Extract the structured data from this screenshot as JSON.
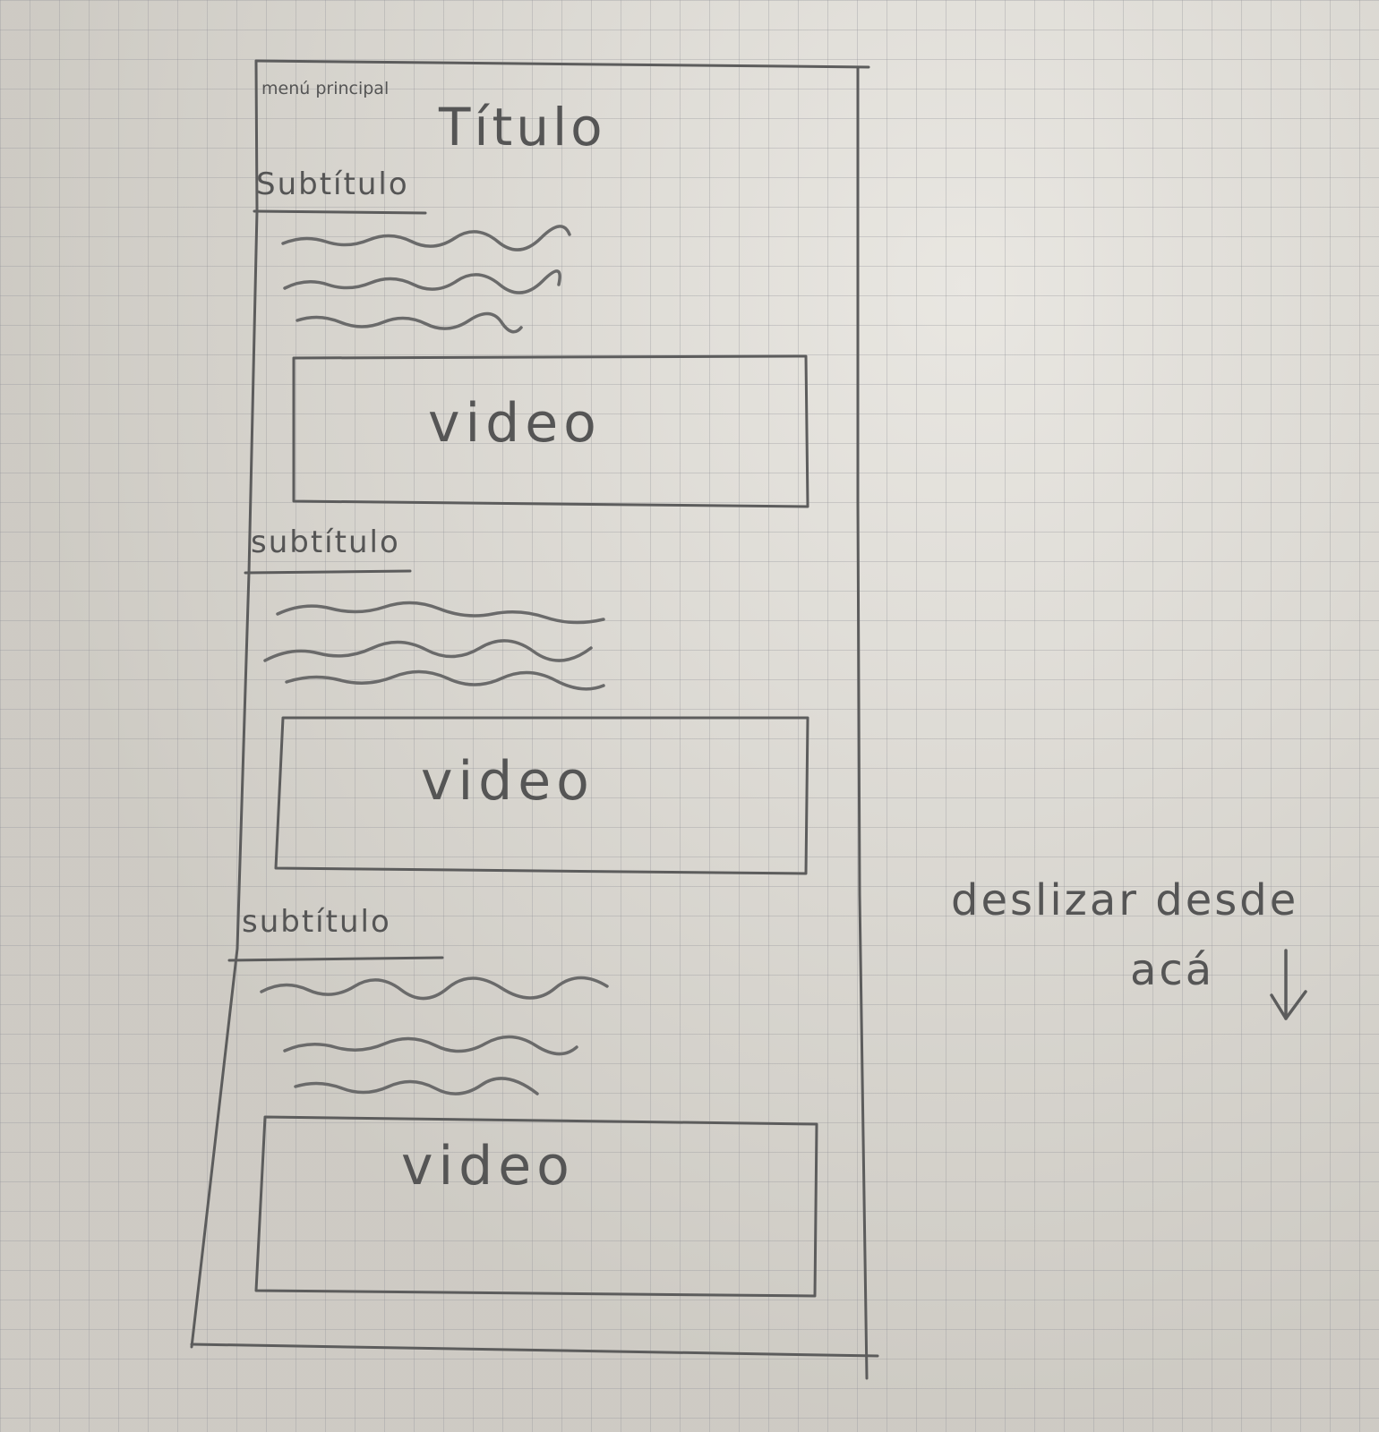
{
  "wireframe": {
    "menu_label": "menú principal",
    "title": "Título",
    "sections": [
      {
        "subtitle": "Subtítulo",
        "video_label": "video"
      },
      {
        "subtitle": "subtítulo",
        "video_label": "video"
      },
      {
        "subtitle": "subtítulo",
        "video_label": "video"
      }
    ]
  },
  "annotation": {
    "line1": "deslizar desde",
    "line2": "acá"
  },
  "icons": {
    "scroll_hint": "arrow-down-icon"
  },
  "colors": {
    "pencil": "#5a5a5a",
    "paper": "#d6d3cc"
  }
}
